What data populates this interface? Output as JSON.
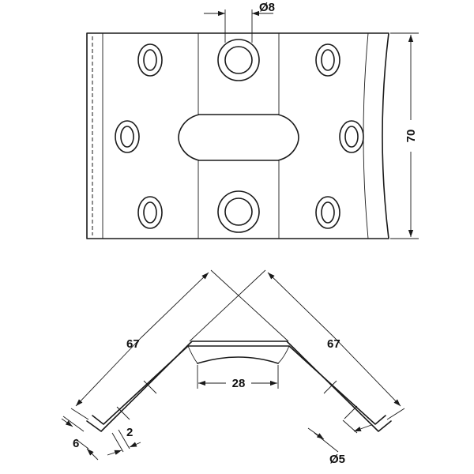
{
  "dimensions": {
    "hole_diameter_top": "Ø8",
    "height": "70",
    "leg_left": "67",
    "leg_right": "67",
    "center_width": "28",
    "thickness": "2",
    "flange": "6",
    "hole_diameter_bottom": "Ø5"
  }
}
